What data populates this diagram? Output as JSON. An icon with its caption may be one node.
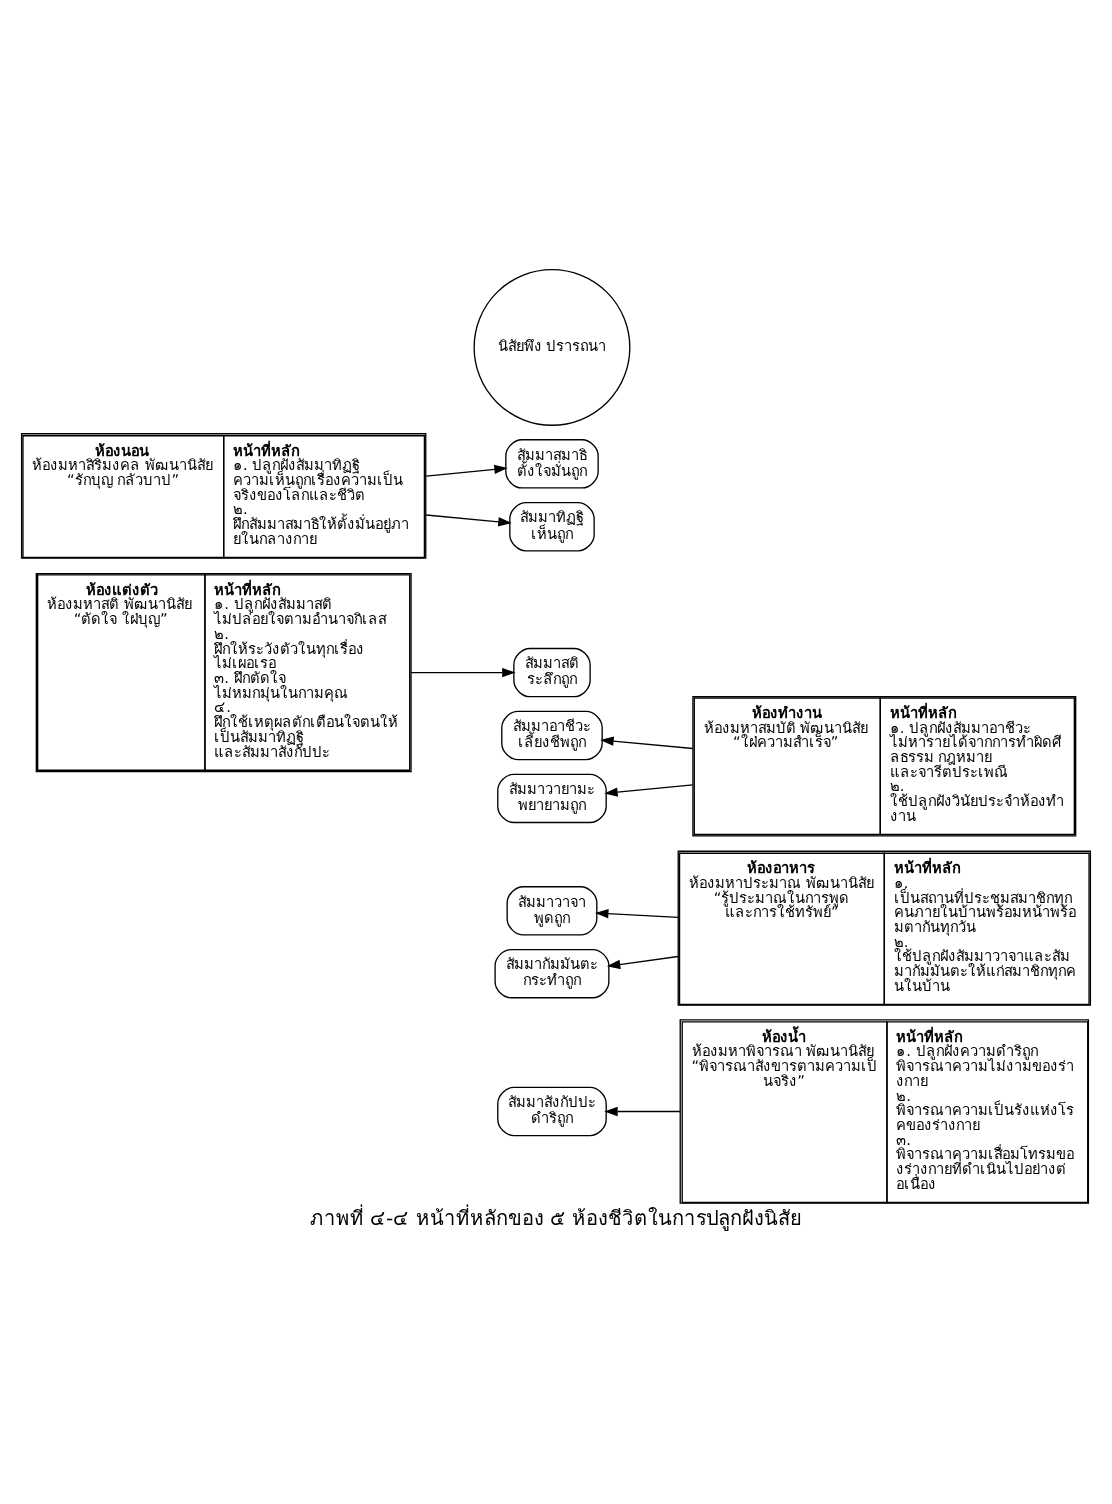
{
  "diagram": {
    "title": "ภาพที่ ๔-๔ หน้าที่หลักของ ๕ ห้องชีวิตในการปลูกฝังนิสัย",
    "nodes": [
      {
        "text": [
          "ห้องน้ำ",
          "ห้องมหาพิจารณา พัฒนานิสัย",
          "“พิจารณาสังขารตามความเป็นจริง”",
          "หน้าที่หลัก",
          "๑. ปลูกฝังความดำริถูก พิจารณาความไม่งามของร่างกาย",
          "๒. พิจารณาความเป็นรังแห่งโรคของร่างกาย",
          "๓. พิจารณาความเสื่อมโทรมของร่างกายที่ดำเนินไปอย่างต่อเนื่อง"
        ]
      },
      {
        "text": [
          "ห้องอาหาร",
          "ห้องมหาประมาณ พัฒนานิสัย",
          "“รู้ประมาณในการพูด และการใช้ทรัพย์”",
          "หน้าที่หลัก",
          "๑. เป็นสถานที่ประชุมสมาชิกทุกคนภายในบ้านพร้อมหน้าพร้อมตากันทุกวัน",
          "๒. ใช้ปลูกฝังสัมมาวาจาและสัมมากัมมันตะให้แก่สมาชิกทุกคนในบ้าน"
        ]
      },
      {
        "text": [
          "สัมมาสังกัปปะ",
          "ดำริถูก"
        ]
      },
      {
        "text": [
          "สัมมาวาจา",
          "พูดถูก"
        ]
      },
      {
        "text": [
          "สัมมากัมมันตะ",
          "กระทำถูก"
        ]
      },
      {
        "text": [
          "สัมมาอาชีวะ",
          "เลี้ยงชีพถูก"
        ]
      },
      {
        "text": [
          "สัมมาวายามะ",
          "พยายามถูก"
        ]
      },
      {
        "text": [
          "สัมมาสติ",
          "ระลึกถูก"
        ]
      },
      {
        "text": [
          "สัมมาสมาธิ",
          "ตั้งใจมั่นถูก"
        ]
      },
      {
        "text": [
          "สัมมาทิฏฐิ",
          "เห็นถูก"
        ]
      },
      {
        "text": [
          "นิสัยพึง ปรารถนา"
        ]
      },
      {
        "text": [
          "ห้องทำงาน",
          "ห้องมหาสมบัติ พัฒนานิสัย",
          "“ใฝ่ความสำเร็จ”",
          "หน้าที่หลัก",
          "๑. ปลูกฝังสัมมาอาชีวะ ไม่หารายได้จากการทำผิดศีลธรรม กฎหมาย และจารีตประเพณี",
          "๒. ใช้ปลูกฝังวินัยประจำห้องทำงาน"
        ]
      },
      {
        "text": [
          "ห้องนอน",
          "ห้องมหาสิริมงคล พัฒนานิสัย",
          "“รักบุญ กลัวบาป”",
          "หน้าที่หลัก",
          "๑. ปลูกฝังสัมมาทิฏฐิ ความเห็นถูกเรื่องความเป็นจริงของโลกและชีวิต",
          "๒. ฝึกสัมมาสมาธิให้ตั้งมั่นอยู่ภายในกลางกาย"
        ]
      },
      {
        "text": [
          "ห้องแต่งตัว",
          "ห้องมหาสติ พัฒนานิสัย",
          "“ตัดใจ ใฝ่บุญ”",
          "หน้าที่หลัก",
          "๑. ปลูกฝังสัมมาสติ ไม่ปล่อยใจตามอำนาจกิเลส",
          "๒. ฝึกให้ระวังตัวในทุกเรื่อง ไม่เผอเรอ",
          "๓. ฝึกตัดใจ ไม่หมกมุ่นในกามคุณ",
          "๔. ฝึกใช้เหตุผลตักเตือนใจตนให้เป็นสัมมาทิฏฐิ และสัมมาสังกัปปะ"
        ]
      }
    ],
    "edges": [
      {
        "from": 0,
        "to": 2,
        "arrow": "to"
      },
      {
        "from": 1,
        "to": 3,
        "arrow": "to"
      },
      {
        "from": 1,
        "to": 4,
        "arrow": "to"
      },
      {
        "from": 11,
        "to": 5,
        "arrow": "to"
      },
      {
        "from": 11,
        "to": 6,
        "arrow": "to"
      },
      {
        "from": 13,
        "to": 7,
        "arrow": "to"
      },
      {
        "from": 12,
        "to": 8,
        "arrow": "to"
      },
      {
        "from": 12,
        "to": 9,
        "arrow": "to"
      }
    ]
  }
}
